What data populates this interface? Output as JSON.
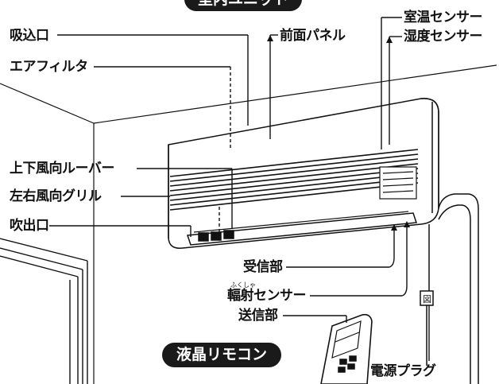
{
  "header_label": "室内ユニット",
  "labels": {
    "intake": "吸込口",
    "front_panel": "前面パネル",
    "room_temp_sensor": "室温センサー",
    "humidity_sensor": "湿度センサー",
    "air_filter": "エアフィルタ",
    "vertical_louver": "上下風向ルーバー",
    "horizontal_grille": "左右風向グリル",
    "outlet": "吹出口",
    "receiver": "受信部",
    "radiation_sensor": "輻射センサー",
    "radiation_ruby_1": "ふく",
    "radiation_ruby_2": "しゃ",
    "transmitter": "送信部",
    "remote": "液晶リモコン",
    "power_plug": "電源プラグ"
  }
}
